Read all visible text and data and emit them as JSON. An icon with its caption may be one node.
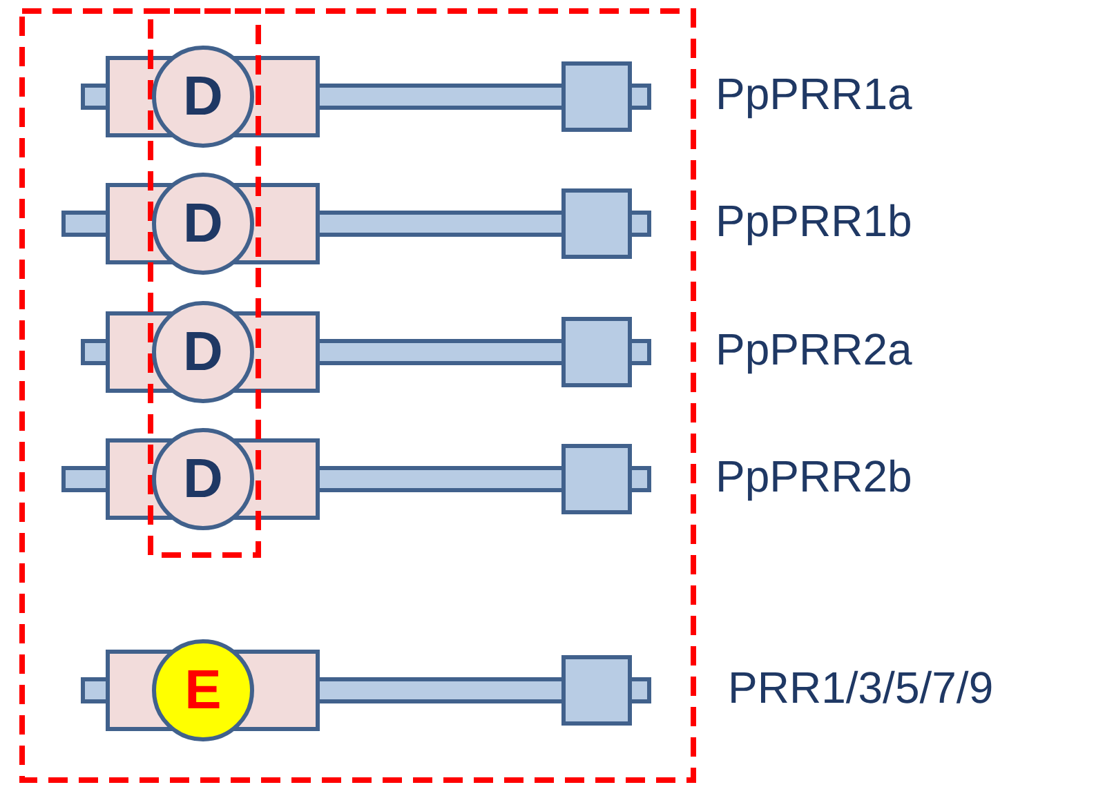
{
  "diagram": {
    "nodes": [
      {
        "text": [
          "D"
        ]
      },
      {
        "text": [
          "D"
        ]
      },
      {
        "text": [
          "D"
        ]
      },
      {
        "text": [
          "D"
        ]
      },
      {
        "text": [
          "E"
        ]
      }
    ],
    "edges": [],
    "labels": [
      "PpPRR1a",
      "PpPRR1b",
      "PpPRR2a",
      "PpPRR2b",
      "PRR1/3/5/7/9"
    ]
  }
}
